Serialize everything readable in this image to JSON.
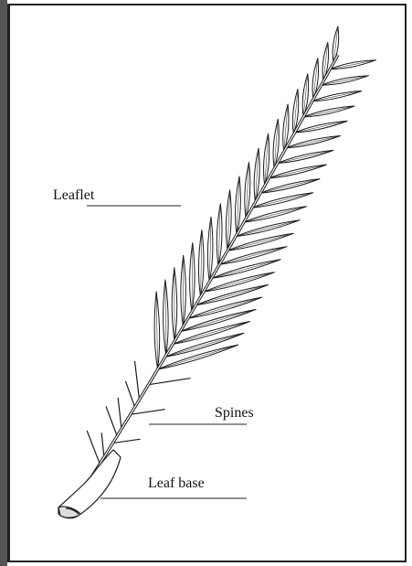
{
  "labels": {
    "leaflet": "Leaflet",
    "spines": "Spines",
    "leaf_base": "Leaf base"
  },
  "colors": {
    "ink": "#1a1a1a",
    "frame_shadow": "#555555"
  }
}
